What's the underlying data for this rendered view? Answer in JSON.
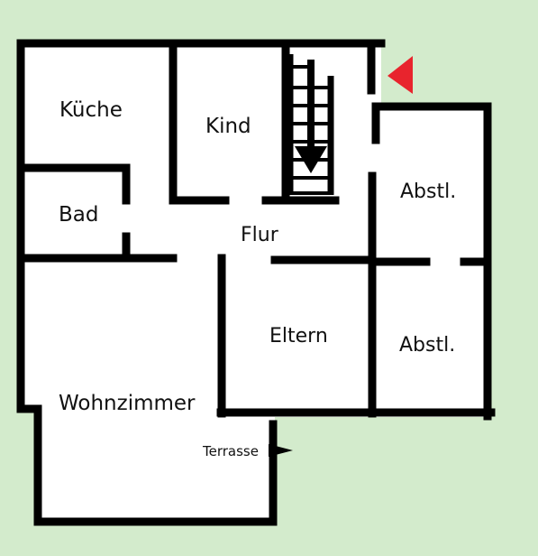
{
  "colors": {
    "background": "#d3ebcc",
    "floor": "#ffffff",
    "wall": "#000000",
    "entrance_marker": "#e8242d",
    "terrace_marker": "#000000"
  },
  "rooms": {
    "kueche": "Küche",
    "kind": "Kind",
    "bad": "Bad",
    "flur": "Flur",
    "abstl_top": "Abstl.",
    "eltern": "Eltern",
    "abstl_bottom": "Abstl.",
    "wohnzimmer": "Wohnzimmer"
  },
  "exits": {
    "terrasse": "Terrasse"
  },
  "icons": {
    "entrance": "entrance-arrow-icon",
    "terrace": "terrace-arrow-icon",
    "stairs": "staircase-icon",
    "stairs_direction": "stairs-down-arrow-icon"
  }
}
